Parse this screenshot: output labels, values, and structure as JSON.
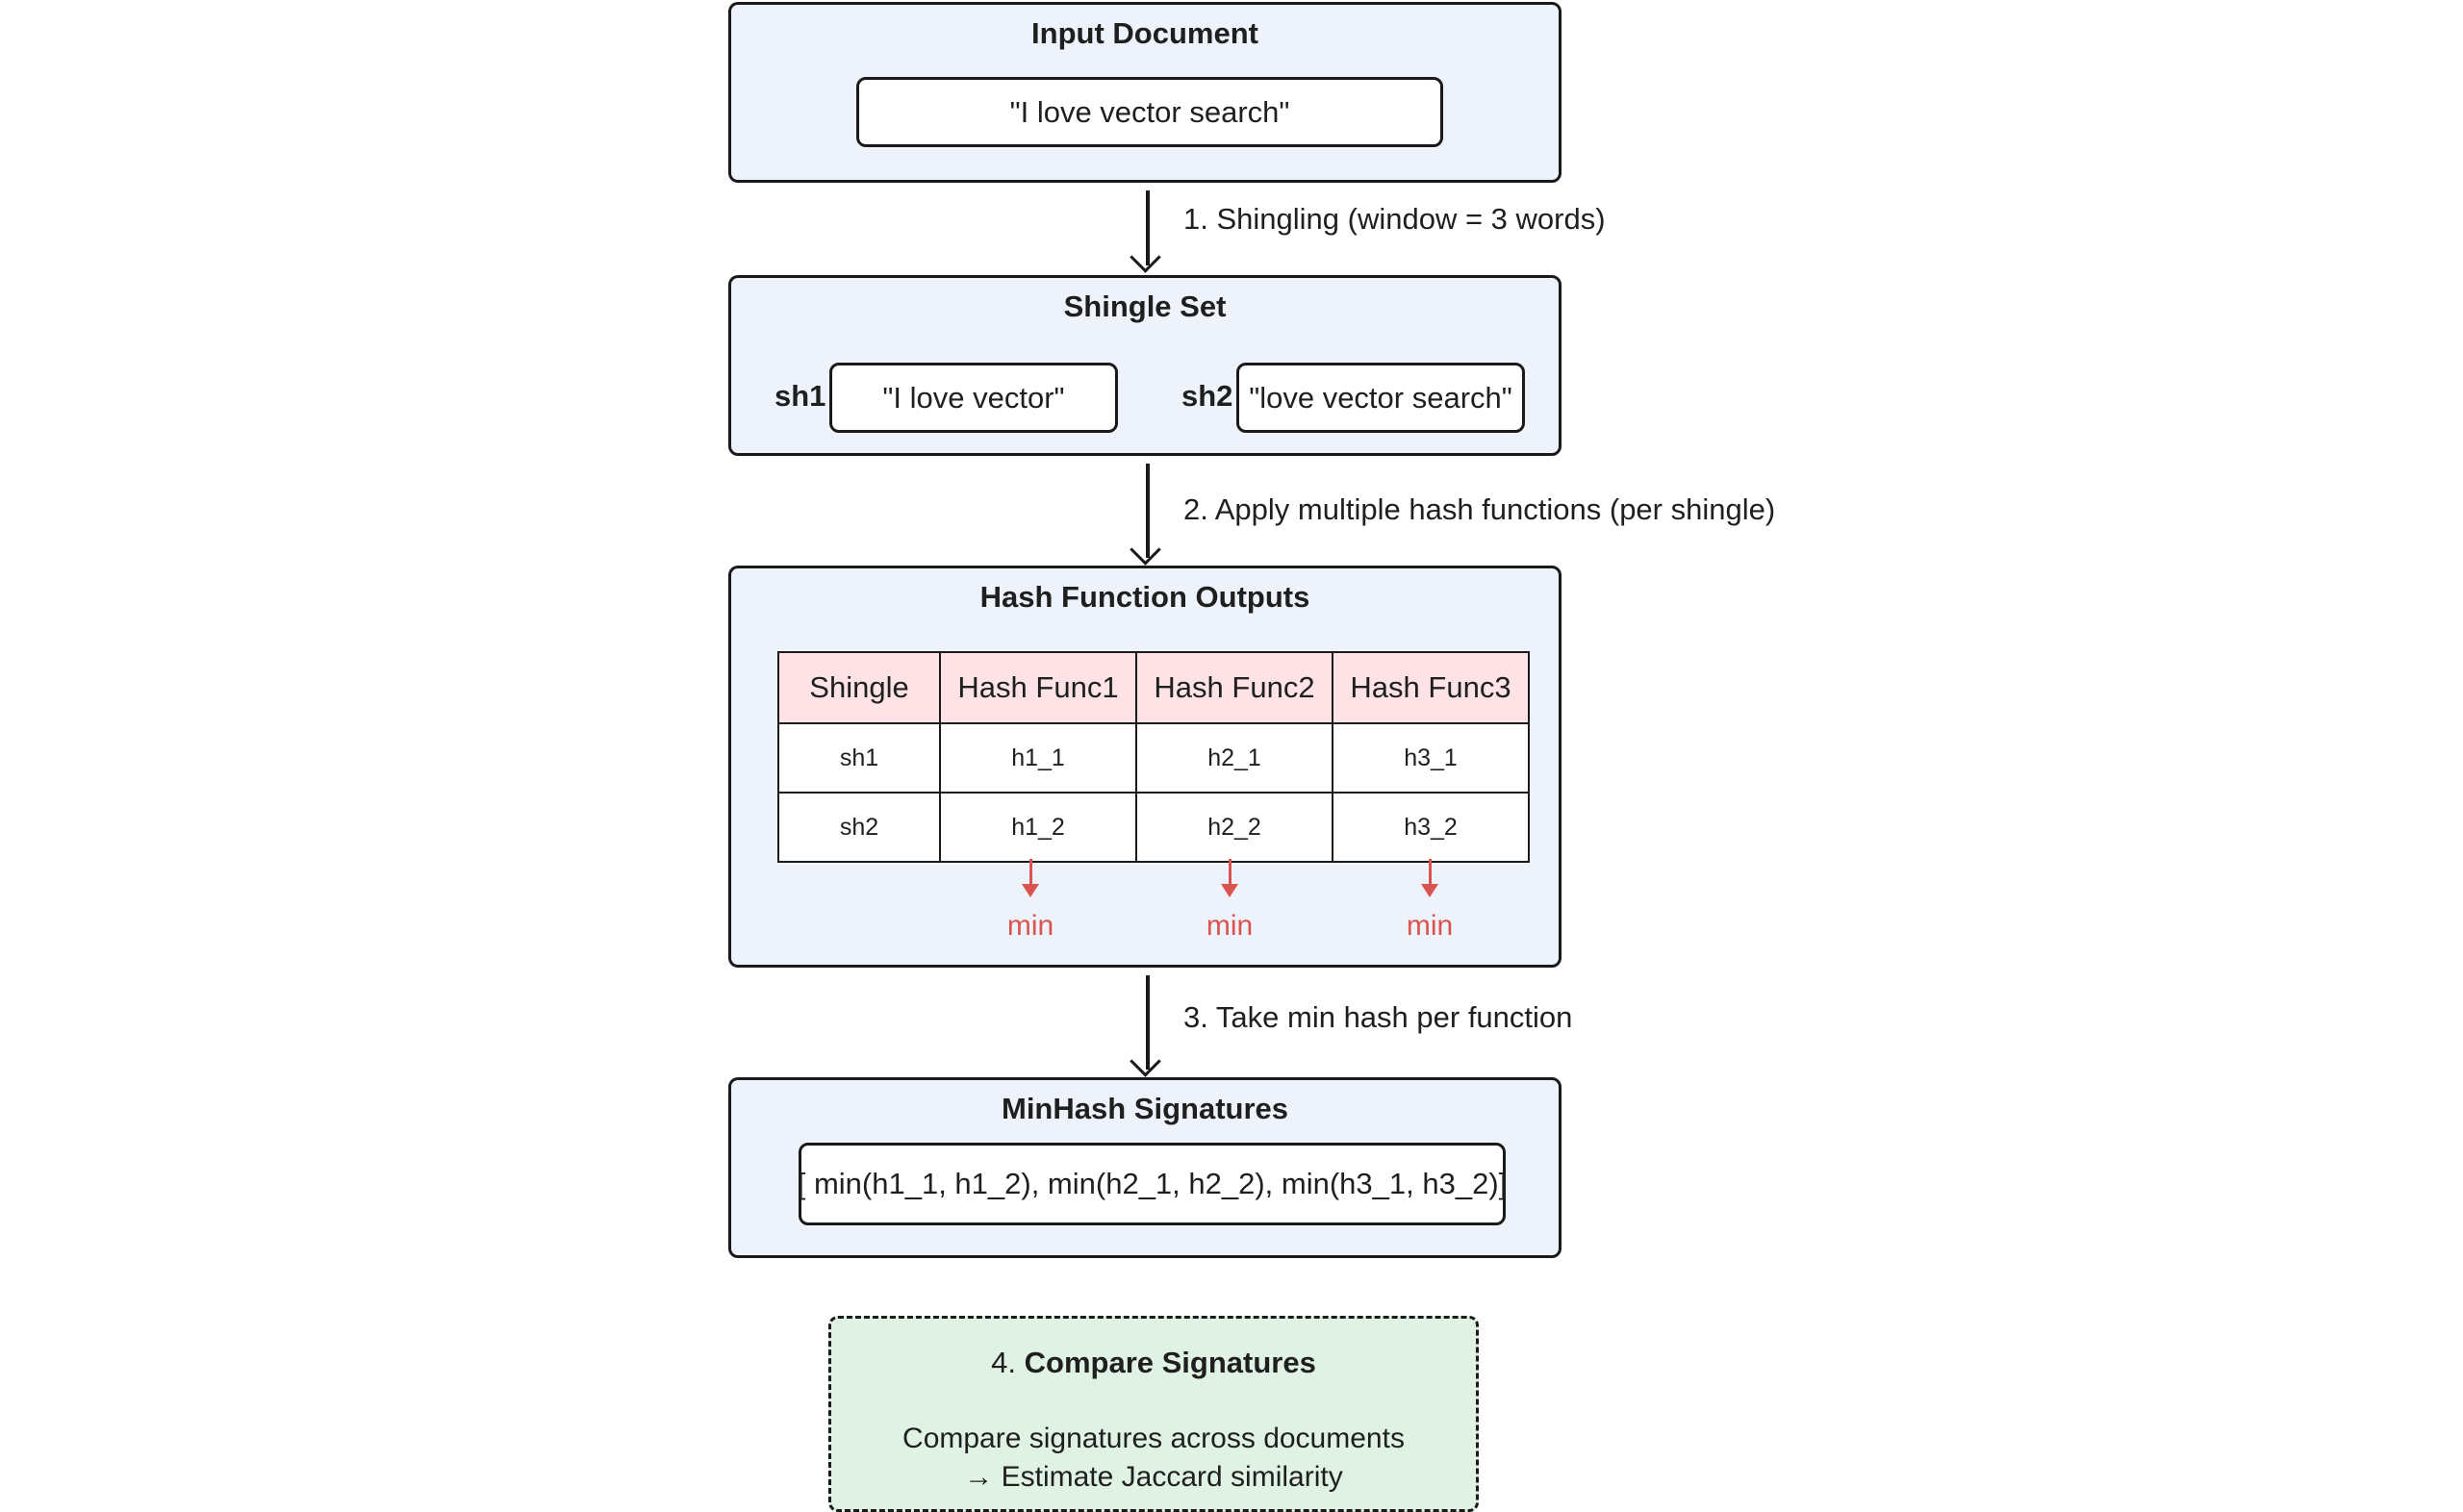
{
  "input_document": {
    "title": "Input Document",
    "text": "\"I love vector search\""
  },
  "steps": {
    "step1": "1. Shingling (window = 3 words)",
    "step2": "2. Apply multiple hash functions (per shingle)",
    "step3": "3. Take min hash per function"
  },
  "shingle_set": {
    "title": "Shingle Set",
    "items": [
      {
        "label": "sh1",
        "text": "\"I love vector\""
      },
      {
        "label": "sh2",
        "text": "\"love vector search\""
      }
    ]
  },
  "hash_outputs": {
    "title": "Hash Function Outputs",
    "headers": [
      "Shingle",
      "Hash Func1",
      "Hash Func2",
      "Hash Func3"
    ],
    "rows": [
      [
        "sh1",
        "h1_1",
        "h2_1",
        "h3_1"
      ],
      [
        "sh2",
        "h1_2",
        "h2_2",
        "h3_2"
      ]
    ],
    "min_labels": [
      "min",
      "min",
      "min"
    ]
  },
  "minhash": {
    "title": "MinHash Signatures",
    "text": "[ min(h1_1, h1_2), min(h2_1, h2_2), min(h3_1, h3_2)]"
  },
  "compare": {
    "prefix": "4.",
    "title": "Compare Signatures",
    "line1": "Compare signatures across documents",
    "line2": "→ Estimate Jaccard similarity"
  },
  "colors": {
    "panel_bg": "#edf2fb",
    "header_bg": "#fde3e5",
    "min_red": "#d9534f",
    "compare_bg": "#dff2e3"
  }
}
